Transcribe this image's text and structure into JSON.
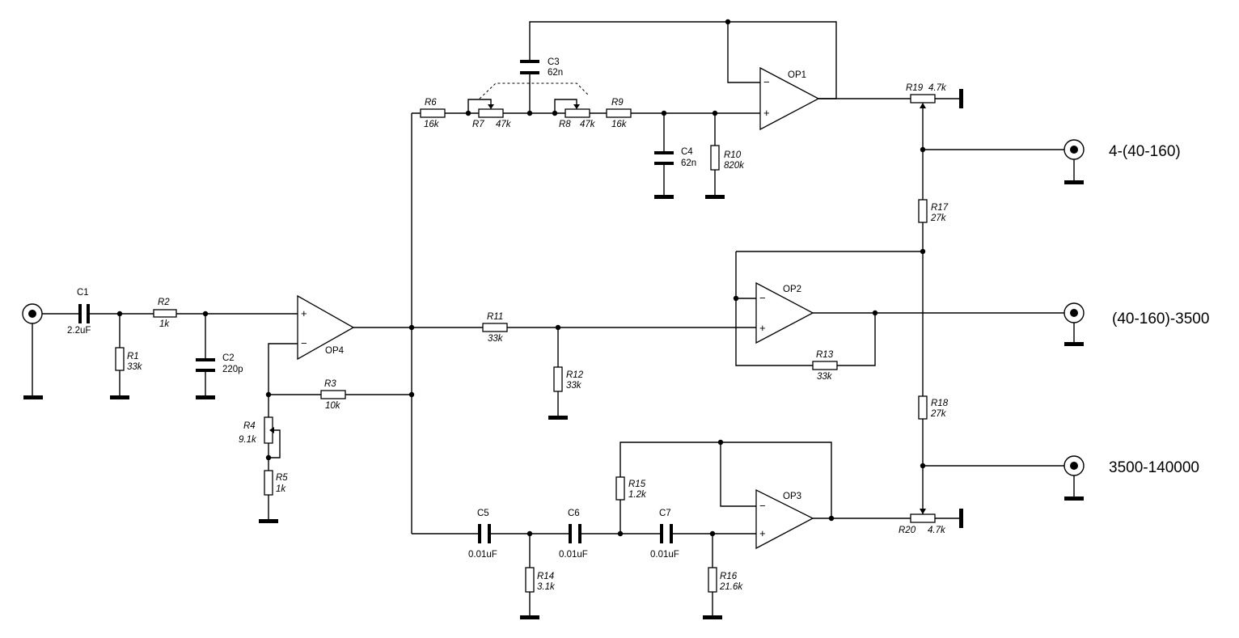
{
  "components": {
    "C1": {
      "ref": "C1",
      "value": "2.2uF"
    },
    "C2": {
      "ref": "C2",
      "value": "220p"
    },
    "C3": {
      "ref": "C3",
      "value": "62n"
    },
    "C4": {
      "ref": "C4",
      "value": "62n"
    },
    "C5": {
      "ref": "C5",
      "value": "0.01uF"
    },
    "C6": {
      "ref": "C6",
      "value": "0.01uF"
    },
    "C7": {
      "ref": "C7",
      "value": "0.01uF"
    },
    "R1": {
      "ref": "R1",
      "value": "33k"
    },
    "R2": {
      "ref": "R2",
      "value": "1k"
    },
    "R3": {
      "ref": "R3",
      "value": "10k"
    },
    "R4": {
      "ref": "R4",
      "value": "9.1k"
    },
    "R5": {
      "ref": "R5",
      "value": "1k"
    },
    "R6": {
      "ref": "R6",
      "value": "16k"
    },
    "R7": {
      "ref": "R7",
      "value": "47k"
    },
    "R8": {
      "ref": "R8",
      "value": "47k"
    },
    "R9": {
      "ref": "R9",
      "value": "16k"
    },
    "R10": {
      "ref": "R10",
      "value": "820k"
    },
    "R11": {
      "ref": "R11",
      "value": "33k"
    },
    "R12": {
      "ref": "R12",
      "value": "33k"
    },
    "R13": {
      "ref": "R13",
      "value": "33k"
    },
    "R14": {
      "ref": "R14",
      "value": "3.1k"
    },
    "R15": {
      "ref": "R15",
      "value": "1.2k"
    },
    "R16": {
      "ref": "R16",
      "value": "21.6k"
    },
    "R17": {
      "ref": "R17",
      "value": "27k"
    },
    "R18": {
      "ref": "R18",
      "value": "27k"
    },
    "R19": {
      "ref": "R19",
      "value": "4.7k"
    },
    "R20": {
      "ref": "R20",
      "value": "4.7k"
    }
  },
  "opamps": {
    "OP1": "OP1",
    "OP2": "OP2",
    "OP3": "OP3",
    "OP4": "OP4"
  },
  "signs": {
    "minus": "−",
    "plus": "+"
  },
  "outputs": {
    "low": "4-(40-160)",
    "mid": "(40-160)-3500",
    "high": "3500-140000"
  }
}
